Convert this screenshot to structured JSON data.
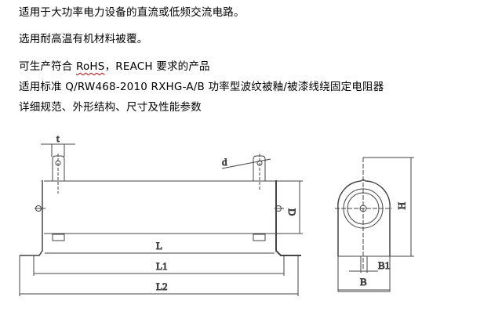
{
  "paragraphs": {
    "p1": "适用于大功率电力设备的直流或低频交流电路。",
    "p2": "选用耐高温有机材料被覆。",
    "p3_pre": "可生产符合 ",
    "p3_rohs": "RoHS",
    "p3_post": "，REACH 要求的产品",
    "p4": "适用标准  Q/RW468-2010  RXHG-A/B  功率型波纹被釉/被漆线绕固定电阻器",
    "p5": "详细规范、外形结构、尺寸及性能参数"
  },
  "drawing": {
    "labels": {
      "t": "t",
      "d": "d",
      "D": "D",
      "L": "L",
      "L1": "L1",
      "L2": "L2",
      "H": "H",
      "B1": "B1",
      "B": "B"
    }
  }
}
